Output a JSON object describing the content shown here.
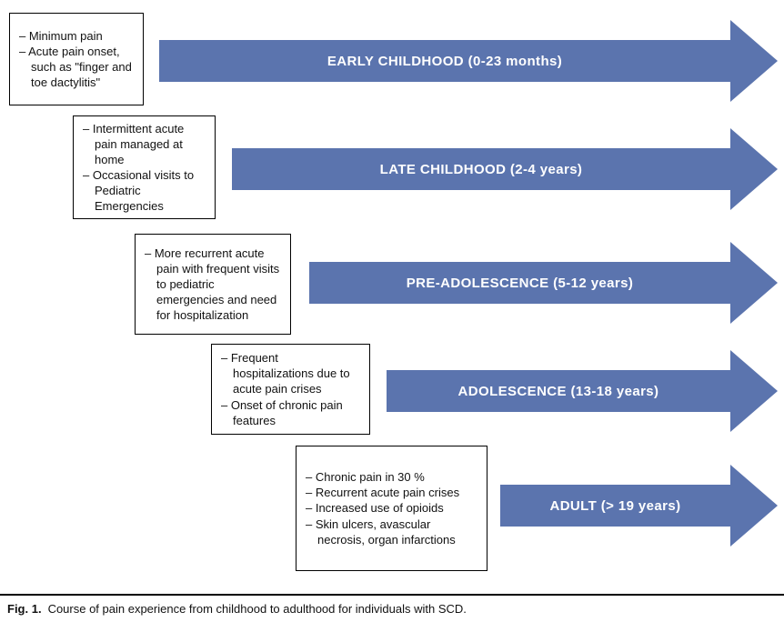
{
  "colors": {
    "arrow_fill": "#5b74ae",
    "box_border": "#000000",
    "background": "#ffffff",
    "arrow_label_text": "#ffffff"
  },
  "rows": [
    {
      "stage_label": "EARLY CHILDHOOD (0-23 months)",
      "bullets": [
        "– Minimum pain",
        "– Acute pain onset, such as \"finger and toe dactylitis\""
      ]
    },
    {
      "stage_label": "LATE CHILDHOOD (2-4 years)",
      "bullets": [
        "– Intermittent acute pain managed at home",
        "– Occasional visits to Pediatric Emergencies"
      ]
    },
    {
      "stage_label": "PRE-ADOLESCENCE (5-12 years)",
      "bullets": [
        "– More recurrent acute pain with frequent visits to pediatric emergencies and need for hospitalization"
      ]
    },
    {
      "stage_label": "ADOLESCENCE (13-18 years)",
      "bullets": [
        "– Frequent hospitalizations due to acute pain crises",
        "– Onset of chronic pain features"
      ]
    },
    {
      "stage_label": "ADULT (> 19 years)",
      "bullets": [
        "– Chronic pain in 30 %",
        "– Recurrent acute pain crises",
        "– Increased use of opioids",
        "– Skin ulcers, avascular necrosis, organ infarctions"
      ]
    }
  ],
  "caption": {
    "fig_label": "Fig. 1.",
    "text": "Course of pain experience from childhood to adulthood for individuals with SCD."
  }
}
